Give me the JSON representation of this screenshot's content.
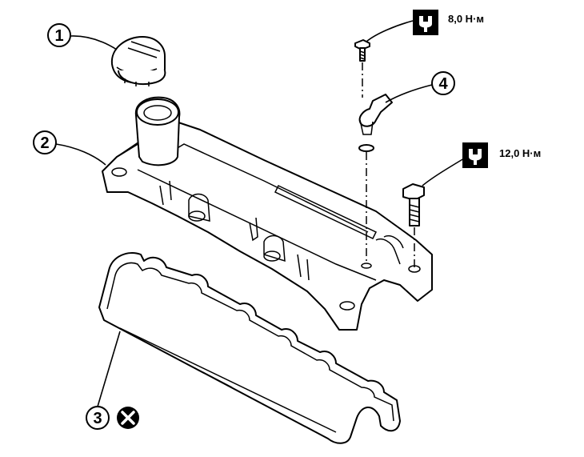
{
  "callouts": {
    "part1": "1",
    "part2": "2",
    "part3": "3",
    "part4": "4"
  },
  "torque": {
    "bolt_small": "8,0 Н·м",
    "bolt_large": "12,0 Н·м"
  },
  "icons": {
    "torque": "torque-wrench-icon",
    "replace": "do-not-reuse-icon"
  },
  "colors": {
    "line": "#000000",
    "background": "#ffffff"
  }
}
